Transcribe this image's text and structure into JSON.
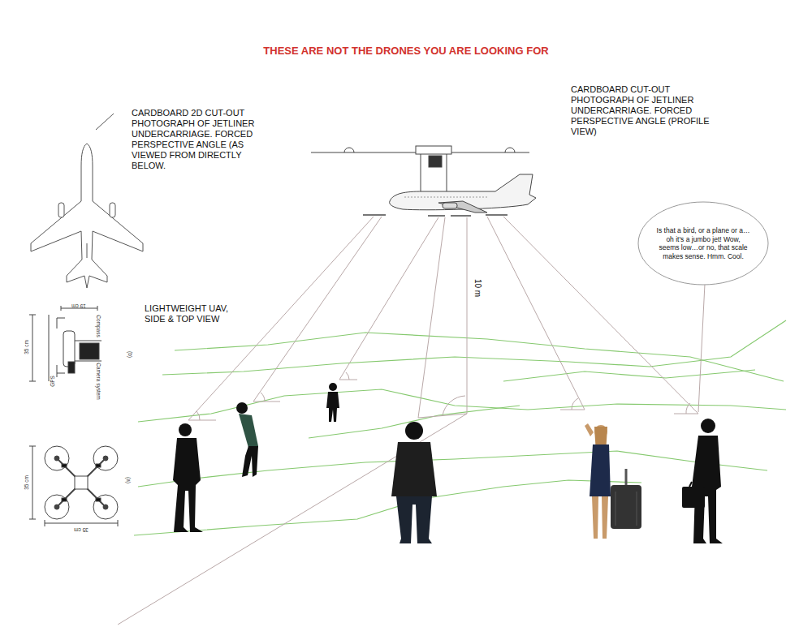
{
  "diagram": {
    "title": "THESE ARE NOT THE DRONES YOU ARE LOOKING FOR",
    "nodes": [
      {
        "text": [
          "Is that a bird, or a plane or a…oh it's a jumbo jet! Wow, seems low…or no, that scale makes sense. Hmm. Cool."
        ]
      }
    ],
    "labels": [
      "CARDBOARD 2D CUT-OUT PHOTOGRAPH OF JETLINER UNDERCARRIAGE. FORCED PERSPECTIVE ANGLE (AS VIEWED FROM DIRECTLY BELOW.",
      "CARDBOARD CUT-OUT PHOTOGRAPH OF JETLINER UNDERCARRIAGE. FORCED PERSPECTIVE ANGLE (PROFILE VIEW)",
      "LIGHTWEIGHT UAV, SIDE & TOP VIEW",
      "19 cm",
      "35 cm",
      "Compass",
      "GPS",
      "Camera system",
      "(b)",
      "35 cm",
      "35 cm",
      "(a)",
      "10 m"
    ]
  }
}
